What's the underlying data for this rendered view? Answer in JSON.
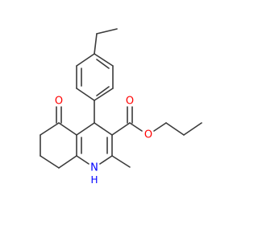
{
  "structure": {
    "atoms": {
      "oxygen_ketone": {
        "symbol": "O",
        "color": "#ff0000"
      },
      "oxygen_carbonyl": {
        "symbol": "O",
        "color": "#ff0000"
      },
      "oxygen_ester": {
        "symbol": "O",
        "color": "#ff0000"
      },
      "nitrogen": {
        "symbol": "N",
        "color": "#0000ff"
      },
      "nitrogen_hydrogen": {
        "symbol": "H",
        "color": "#0000ff"
      }
    },
    "bond_color": "#3b3b3b"
  }
}
